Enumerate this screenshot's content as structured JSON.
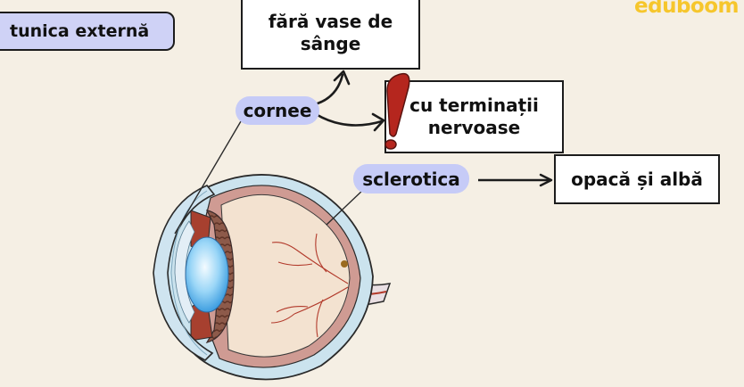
{
  "brand": {
    "logo_text": "eduboom",
    "logo_color": "#f6c62c"
  },
  "title": "tunica externă",
  "labels": {
    "cornee": "cornee",
    "sclerotica": "sclerotica"
  },
  "facts": {
    "blood_line1": "fără vase de",
    "blood_line2": "sânge",
    "nerves_line1": "cu terminații",
    "nerves_line2": "nervoase",
    "opaque": "opacă și albă"
  },
  "colors": {
    "background": "#f5efe4",
    "pill": "#c6cbf7",
    "title_box": "#cfd2f6",
    "exclamation": "#b5261e",
    "lens": "#8fd0f5"
  }
}
